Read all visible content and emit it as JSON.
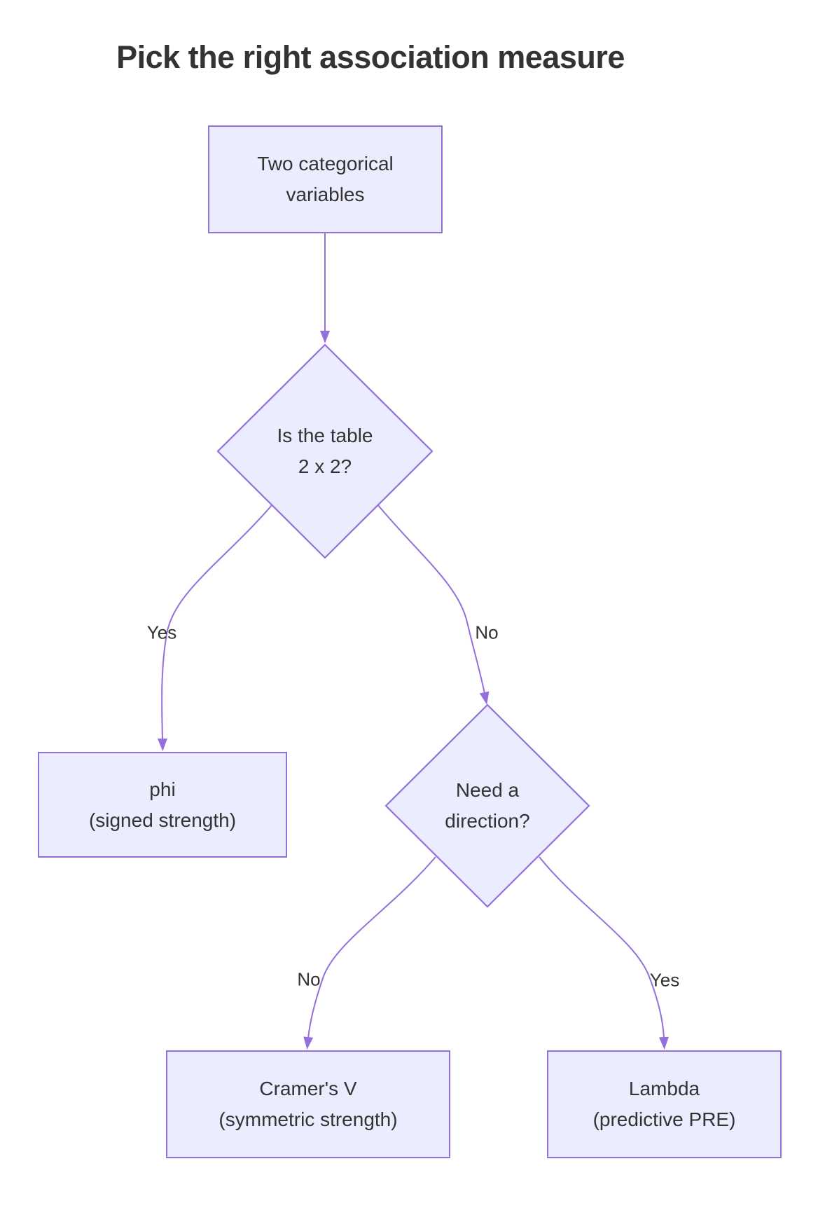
{
  "title": "Pick the right association measure",
  "colors": {
    "node_fill": "#ECECFF",
    "node_border": "#9370DB",
    "edge": "#9370DB",
    "text": "#333333"
  },
  "nodes": {
    "start": {
      "type": "rect",
      "line1": "Two categorical",
      "line2": "variables"
    },
    "q1": {
      "type": "diamond",
      "line1": "Is the table",
      "line2": "2 x 2?"
    },
    "phi": {
      "type": "rect",
      "line1": "phi",
      "line2": "(signed strength)"
    },
    "q2": {
      "type": "diamond",
      "line1": "Need a",
      "line2": "direction?"
    },
    "cramer": {
      "type": "rect",
      "line1": "Cramer's V",
      "line2": "(symmetric strength)"
    },
    "lambda": {
      "type": "rect",
      "line1": "Lambda",
      "line2": "(predictive PRE)"
    }
  },
  "edges": {
    "start_q1": {
      "from": "start",
      "to": "q1",
      "label": ""
    },
    "q1_phi": {
      "from": "q1",
      "to": "phi",
      "label": "Yes"
    },
    "q1_q2": {
      "from": "q1",
      "to": "q2",
      "label": "No"
    },
    "q2_cramer": {
      "from": "q2",
      "to": "cramer",
      "label": "No"
    },
    "q2_lambda": {
      "from": "q2",
      "to": "lambda",
      "label": "Yes"
    }
  }
}
